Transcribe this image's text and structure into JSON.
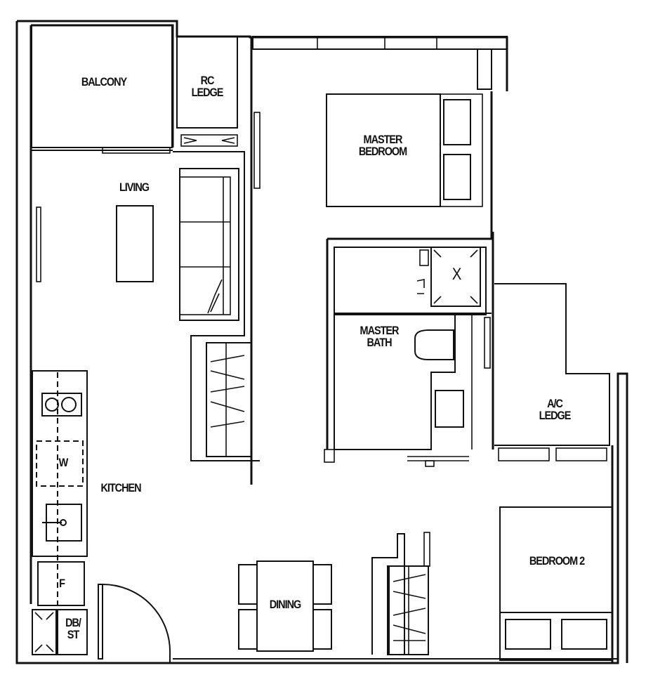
{
  "plan": {
    "type": "residential floor plan",
    "colors": {
      "line": "#111111",
      "background": "#ffffff"
    },
    "rooms": [
      {
        "id": "balcony",
        "label": "BALCONY"
      },
      {
        "id": "rc-ledge",
        "label": "RC\nLEDGE"
      },
      {
        "id": "master-bedroom",
        "label": "MASTER\nBEDROOM"
      },
      {
        "id": "living",
        "label": "LIVING"
      },
      {
        "id": "master-bath",
        "label": "MASTER\nBATH"
      },
      {
        "id": "ac-ledge",
        "label": "A/C\nLEDGE"
      },
      {
        "id": "kitchen",
        "label": "KITCHEN"
      },
      {
        "id": "bedroom-2",
        "label": "BEDROOM 2"
      },
      {
        "id": "dining",
        "label": "DINING"
      },
      {
        "id": "db-st",
        "label": "DB/\nST"
      }
    ],
    "fixtures": {
      "washer": "W",
      "fridge": "F",
      "shower": "X"
    }
  }
}
